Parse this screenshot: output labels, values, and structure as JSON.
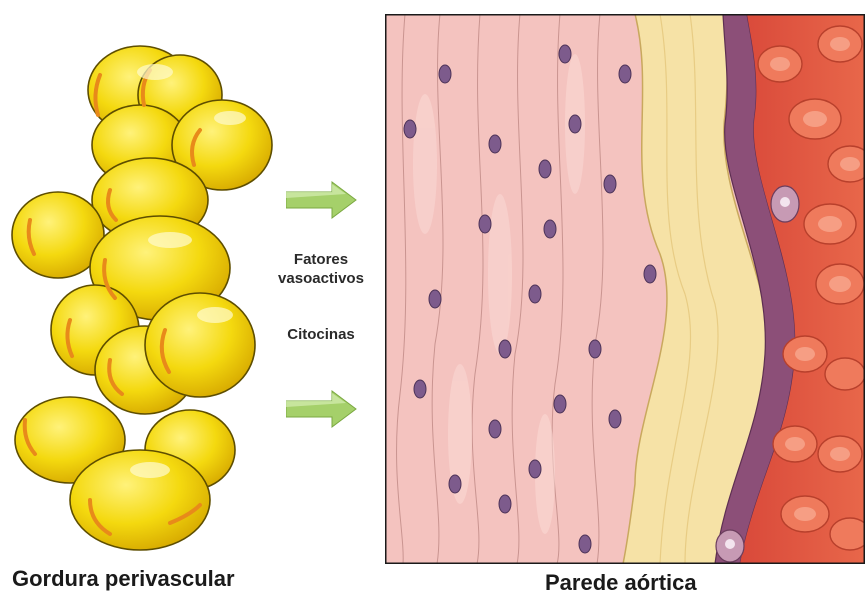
{
  "labels": {
    "left_caption": "Gordura perivascular",
    "right_caption": "Parede aórtica",
    "factor_line1": "Fatores",
    "factor_line2": "vasoactivos",
    "factor2": "Citocinas"
  },
  "colors": {
    "fat_fill": "#f4d90f",
    "fat_stroke": "#6b5a00",
    "fat_highlight": "#e88a1a",
    "arrow": "#9ccc5a",
    "smooth_muscle": "#f5c8c4",
    "nucleus": "#7d5b8c",
    "adventitia_cream": "#f6e2a6",
    "intima_purple": "#8c4f78",
    "lumen_red": "#e0593f",
    "rbc": "#ef7a5c"
  },
  "icons": {
    "arrow_top": "right-arrow-icon",
    "arrow_bottom": "right-arrow-icon"
  }
}
